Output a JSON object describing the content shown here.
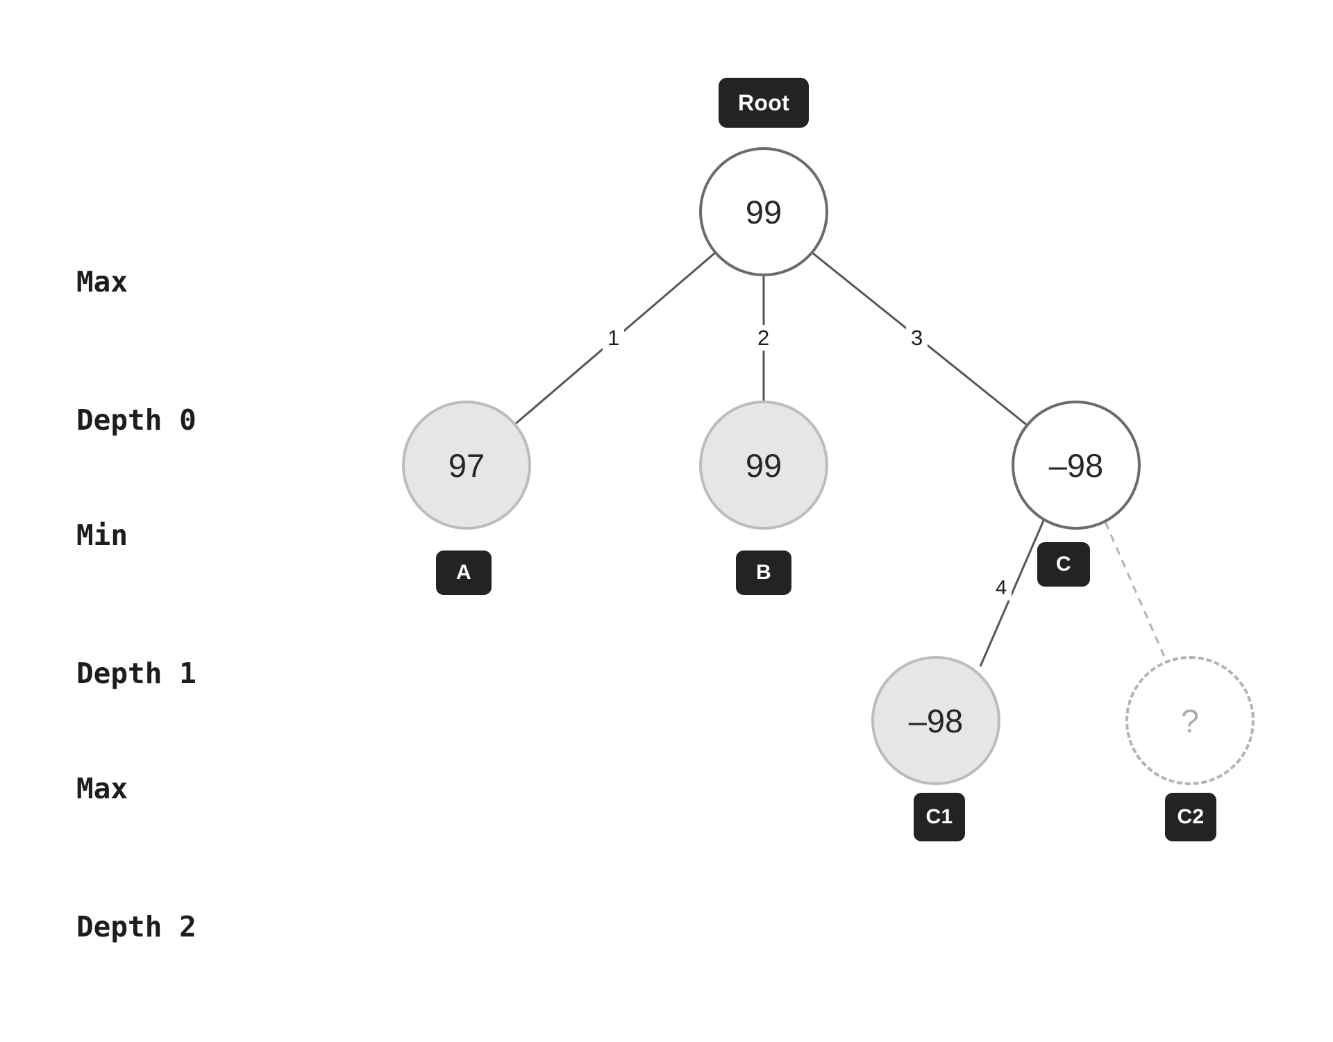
{
  "diagram": {
    "title": "tree-depth-minmax-diagram",
    "background": "#ffffff",
    "colors": {
      "edge": "#555555",
      "edge_dashed": "#b3b3b3",
      "internal_fill": "#ffffff",
      "internal_stroke": "#6b6b6b",
      "leaf_fill": "#e6e6e6",
      "leaf_stroke": "#bcbcbc",
      "badge_bg": "#232323",
      "badge_text": "#ffffff",
      "text": "#262626",
      "unknown_text": "#adadad"
    }
  },
  "depth_labels": [
    {
      "line1": "Max",
      "line2": "Depth 0"
    },
    {
      "line1": "Min",
      "line2": "Depth 1"
    },
    {
      "line1": "Max",
      "line2": "Depth 2"
    }
  ],
  "nodes": {
    "root": {
      "value": "99",
      "badge": "Root",
      "kind": "internal"
    },
    "a": {
      "value": "97",
      "badge": "A",
      "kind": "leaf"
    },
    "b": {
      "value": "99",
      "badge": "B",
      "kind": "leaf"
    },
    "c": {
      "value": "–98",
      "badge": "C",
      "kind": "internal"
    },
    "c1": {
      "value": "–98",
      "badge": "C1",
      "kind": "leaf"
    },
    "c2": {
      "value": "?",
      "badge": "C2",
      "kind": "unknown"
    }
  },
  "edges": [
    {
      "from": "root",
      "to": "a",
      "label": "1",
      "style": "solid"
    },
    {
      "from": "root",
      "to": "b",
      "label": "2",
      "style": "solid"
    },
    {
      "from": "root",
      "to": "c",
      "label": "3",
      "style": "solid"
    },
    {
      "from": "c",
      "to": "c1",
      "label": "4",
      "style": "solid"
    },
    {
      "from": "c",
      "to": "c2",
      "label": "",
      "style": "dashed"
    }
  ],
  "edge_labels": {
    "e1": "1",
    "e2": "2",
    "e3": "3",
    "e4": "4"
  }
}
